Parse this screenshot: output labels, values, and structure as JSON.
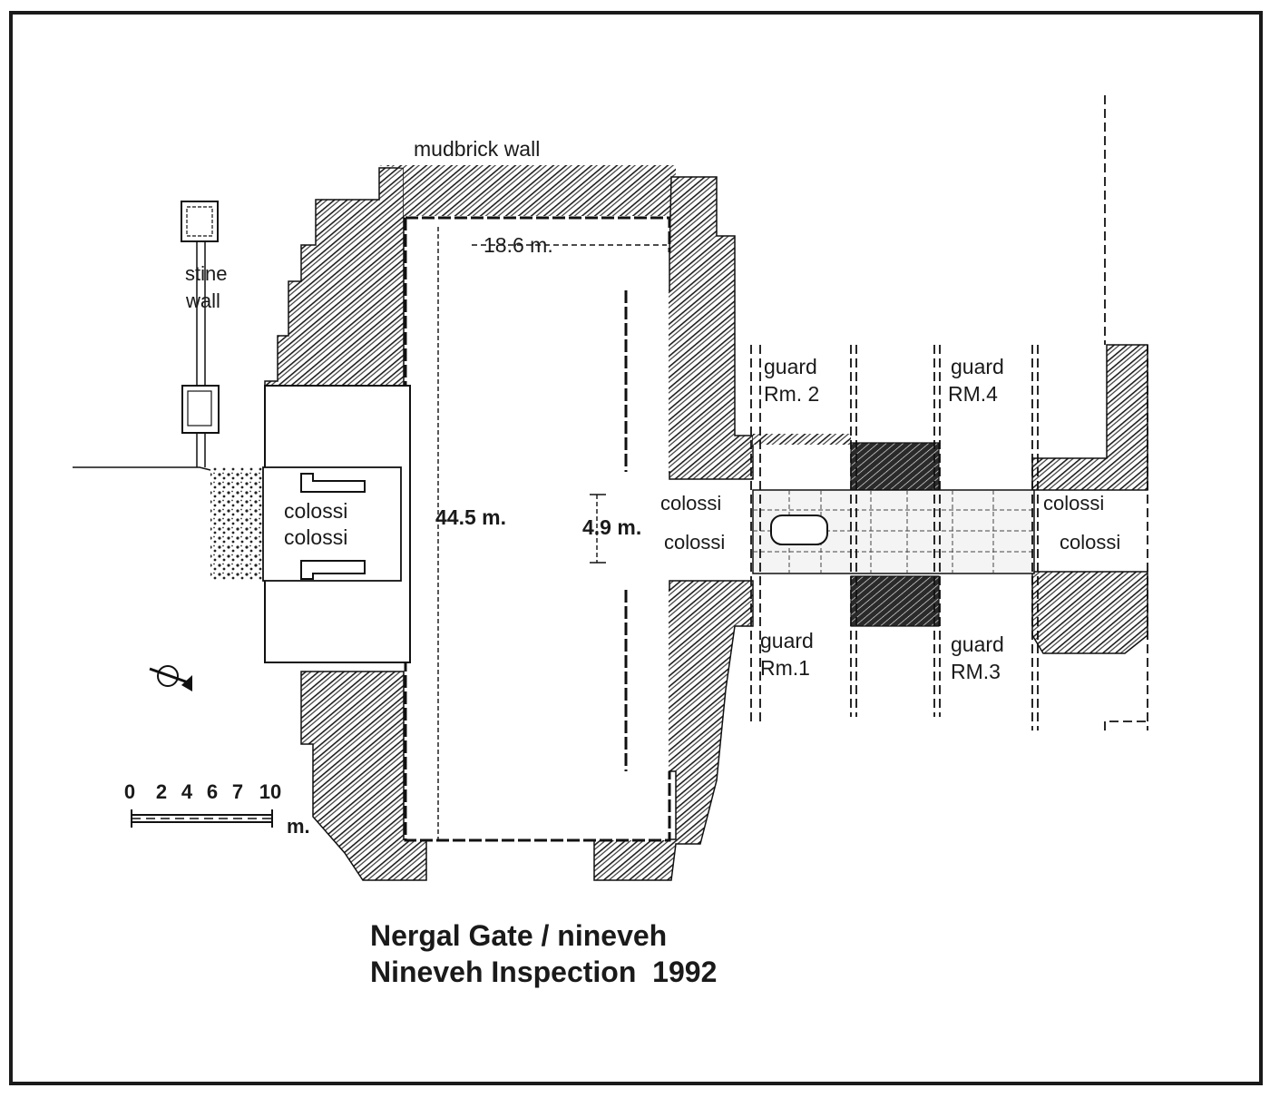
{
  "labels": {
    "mudbrick_wall": "mudbrick wall",
    "stone_wall_line1": "stine",
    "stone_wall_line2": "wall",
    "courtyard_width": "18.6 m.",
    "courtyard_length": "44.5 m.",
    "passage_width": "4.9 m.",
    "colossi_west_upper": "colossi",
    "colossi_west_lower": "colossi",
    "colossi_mid_upper": "colossi",
    "colossi_mid_lower": "colossi",
    "colossi_east_upper": "colossi",
    "colossi_east_lower": "colossi",
    "guard_rm2_line1": "guard",
    "guard_rm2_line2": "Rm. 2",
    "guard_rm4_line1": "guard",
    "guard_rm4_line2": "RM.4",
    "guard_rm1_line1": "guard",
    "guard_rm1_line2": "Rm.1",
    "guard_rm3_line1": "guard",
    "guard_rm3_line2": "RM.3"
  },
  "scale_bar": {
    "ticks": [
      "0",
      "2",
      "4",
      "6",
      "7",
      "10"
    ],
    "unit": "m."
  },
  "caption": {
    "line1": "Nergal Gate / nineveh",
    "line2": "Nineveh Inspection  1992"
  },
  "icons": {
    "north_arrow": "north-arrow-icon"
  }
}
